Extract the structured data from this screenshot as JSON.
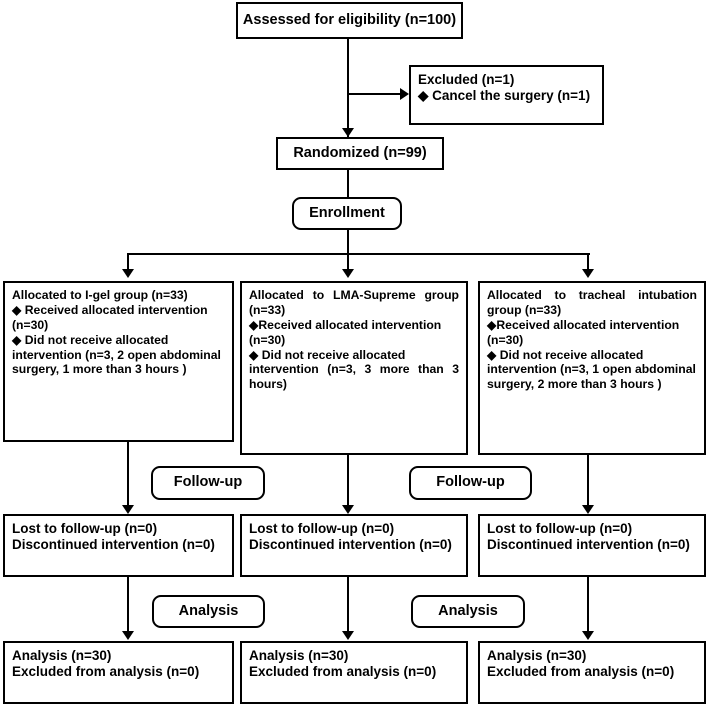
{
  "diagram": {
    "type": "consort-flow-diagram",
    "colors": {
      "stroke": "#000000",
      "background": "#ffffff",
      "text": "#000000"
    },
    "nodes": {
      "assessed": {
        "label": "Assessed  for eligibility (n=100)"
      },
      "excluded": {
        "title": "Excluded (n=1)",
        "items": [
          "◆ Cancel the surgery (n=1)"
        ]
      },
      "randomized": {
        "label": "Randomized (n=99)"
      },
      "enrollment": {
        "label": "Enrollment"
      },
      "allocation": [
        {
          "title": "Allocated to I-gel group (n=33)",
          "line2": "◆ Received allocated intervention",
          "line3": "(n=30)",
          "line4": "◆ Did not receive allocated",
          "line5": "intervention (n=3, 2 open abdominal",
          "line6": "surgery, 1 more than 3 hours )"
        },
        {
          "title": "Allocated to LMA-Supreme group",
          "line2": "(n=33)",
          "line3": "◆Received allocated intervention",
          "line4": "(n=30)",
          "line5": "◆ Did not receive allocated",
          "line6": "intervention (n=3, 3 more than 3",
          "line7": "hours)"
        },
        {
          "title": "Allocated to tracheal intubation",
          "line2": "group (n=33)",
          "line3": "◆Received allocated intervention",
          "line4": "(n=30)",
          "line5": "◆ Did not receive allocated",
          "line6": "intervention (n=3, 1 open abdominal",
          "line7": "surgery, 2 more than 3 hours )"
        }
      ],
      "followup_labels": [
        "Follow-up",
        "Follow-up"
      ],
      "followup": [
        {
          "line1": "Lost to follow-up  (n=0)",
          "line2": "Discontinued  intervention (n=0)"
        },
        {
          "line1": "Lost to follow-up  (n=0)",
          "line2": "Discontinued intervention (n=0)"
        },
        {
          "line1": "Lost to follow-up  (n=0)",
          "line2": "Discontinued intervention (n=0)"
        }
      ],
      "analysis_labels": [
        "Analysis",
        "Analysis"
      ],
      "analysis": [
        {
          "line1": "Analysis  (n=30)",
          "line2": "Excluded from analysis (n=0)"
        },
        {
          "line1": "Analysis (n=30)",
          "line2": "Excluded from analysis (n=0)"
        },
        {
          "line1": "Analysis (n=30)",
          "line2": "Excluded from analysis (n=0)"
        }
      ]
    }
  }
}
